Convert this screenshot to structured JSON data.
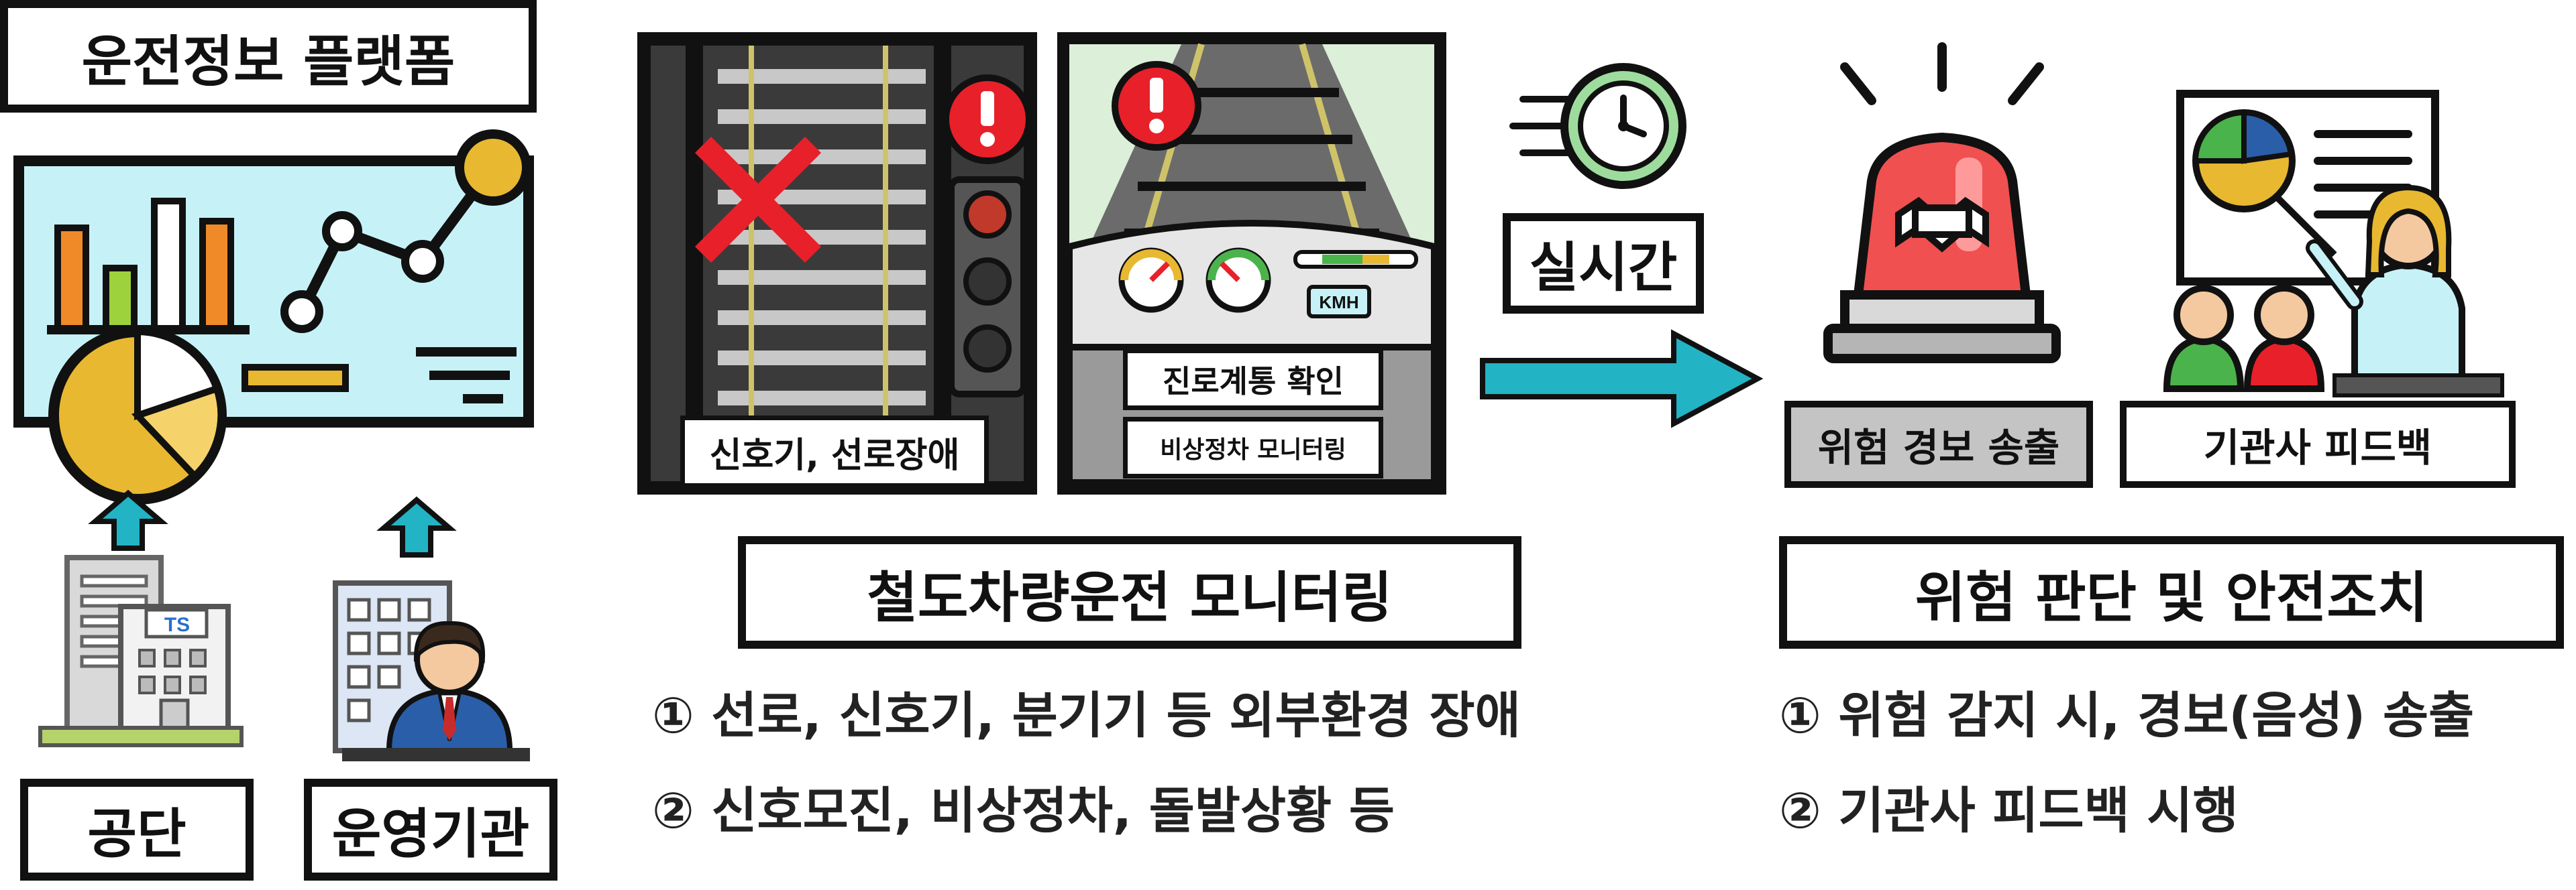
{
  "platform": {
    "title": "운전정보 플랫폼",
    "sources": [
      {
        "label": "공단",
        "logo_text": "TS"
      },
      {
        "label": "운영기관"
      }
    ]
  },
  "monitoring": {
    "panel1_label": "신호기, 선로장애",
    "panel2_labels": [
      "진로계통 확인",
      "비상정차 모니터링"
    ],
    "dashboard_badge": "KMH",
    "title": "철도차량운전 모니터링",
    "items": [
      "① 선로, 신호기, 분기기 등 외부환경 장애",
      "② 신호모진, 비상정차, 돌발상황 등"
    ]
  },
  "realtime": {
    "label": "실시간"
  },
  "safety": {
    "alarm_label": "위험 경보 송출",
    "feedback_label": "기관사 피드백",
    "title": "위험 판단 및 안전조치",
    "items": [
      "① 위험 감지 시, 경보(음성) 송출",
      "② 기관사 피드백 시행"
    ]
  },
  "colors": {
    "arrow_teal": "#22b3c4",
    "monitor_bg": "#c6f2f7",
    "alert_red": "#e8202a",
    "siren_red": "#f05050",
    "gold": "#e8b830",
    "orange": "#f08a28",
    "label_gray": "#c4c4c4"
  }
}
